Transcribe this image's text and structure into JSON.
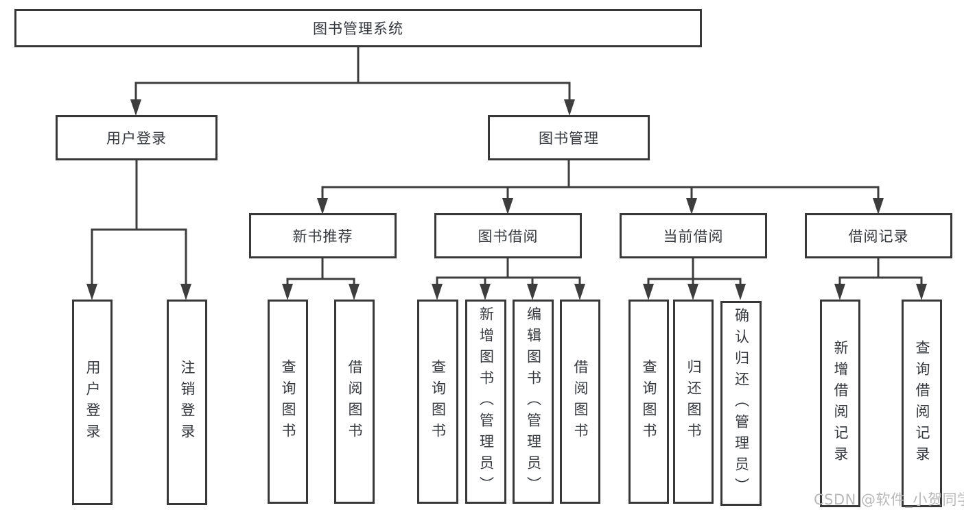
{
  "diagram": {
    "watermark": "CSDN @软件_小贺同学",
    "colors": {
      "line": "#3d3d3d",
      "box_border": "#383838",
      "box_fill": "#ffffff",
      "text": "#35383d",
      "watermark": "#b9b9b9"
    },
    "nodes": {
      "root": {
        "label": "图书管理系统"
      },
      "user_login": {
        "label": "用户登录"
      },
      "book_mgmt": {
        "label": "图书管理"
      },
      "new_book_rec": {
        "label": "新书推荐"
      },
      "book_borrow": {
        "label": "图书借阅"
      },
      "current_borrow": {
        "label": "当前借阅"
      },
      "borrow_record": {
        "label": "借阅记录"
      },
      "ul_login": {
        "label": "用户登录"
      },
      "ul_logout": {
        "label": "注销登录"
      },
      "nb_query": {
        "label": "查询图书"
      },
      "nb_borrow": {
        "label": "借阅图书"
      },
      "bb_query": {
        "label": "查询图书"
      },
      "bb_add": {
        "label": "新增图书（管理员）"
      },
      "bb_edit": {
        "label": "编辑图书（管理员）"
      },
      "bb_borrow": {
        "label": "借阅图书"
      },
      "cb_query": {
        "label": "查询图书"
      },
      "cb_return": {
        "label": "归还图书"
      },
      "cb_confirm": {
        "label": "确认归还（管理员）"
      },
      "br_add": {
        "label": "新增借阅记录"
      },
      "br_query": {
        "label": "查询借阅记录"
      }
    },
    "hierarchy": {
      "图书管理系统": {
        "用户登录": [
          "用户登录",
          "注销登录"
        ],
        "图书管理": {
          "新书推荐": [
            "查询图书",
            "借阅图书"
          ],
          "图书借阅": [
            "查询图书",
            "新增图书（管理员）",
            "编辑图书（管理员）",
            "借阅图书"
          ],
          "当前借阅": [
            "查询图书",
            "归还图书",
            "确认归还（管理员）"
          ],
          "借阅记录": [
            "新增借阅记录",
            "查询借阅记录"
          ]
        }
      }
    }
  }
}
